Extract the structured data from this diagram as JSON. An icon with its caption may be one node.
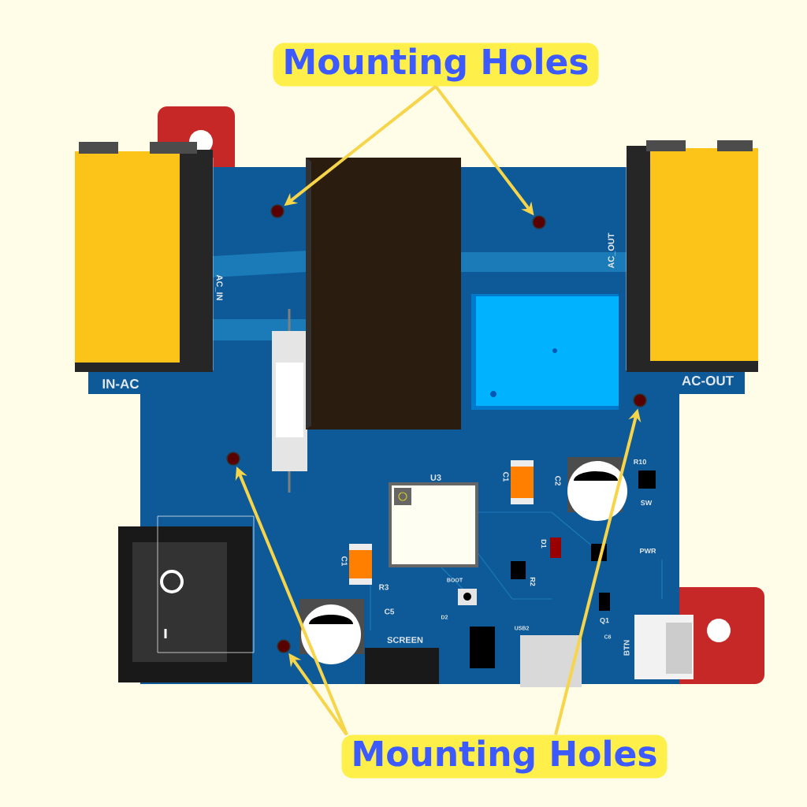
{
  "diagram": {
    "nodes": [
      {
        "text": [
          "Mounting Holes"
        ]
      },
      {
        "text": [],
        "shape": "circle"
      },
      {
        "text": [],
        "shape": "circle"
      },
      {
        "text": [
          "Mounting Holes"
        ]
      },
      {
        "text": [],
        "shape": "circle"
      },
      {
        "text": [],
        "shape": "circle"
      },
      {
        "text": [],
        "shape": "circle"
      }
    ],
    "edges": [
      {
        "from": 0,
        "to": 1,
        "arrow": "to"
      },
      {
        "from": 0,
        "to": 2,
        "arrow": "to"
      },
      {
        "from": 3,
        "to": 4,
        "arrow": "to"
      },
      {
        "from": 3,
        "to": 5,
        "arrow": "to"
      },
      {
        "from": 3,
        "to": 6,
        "arrow": "to"
      }
    ],
    "labels": [
      "AC_IN",
      "AC_OUT",
      "IN-AC",
      "AC-OUT",
      "U3",
      "C1",
      "C2",
      "R10",
      "SW",
      "C1",
      "D1",
      "PWR",
      "BOOT",
      "R2",
      "R3",
      "C5",
      "Q1",
      "D2",
      "SCREEN",
      "USB2",
      "C6",
      "BTN"
    ]
  }
}
